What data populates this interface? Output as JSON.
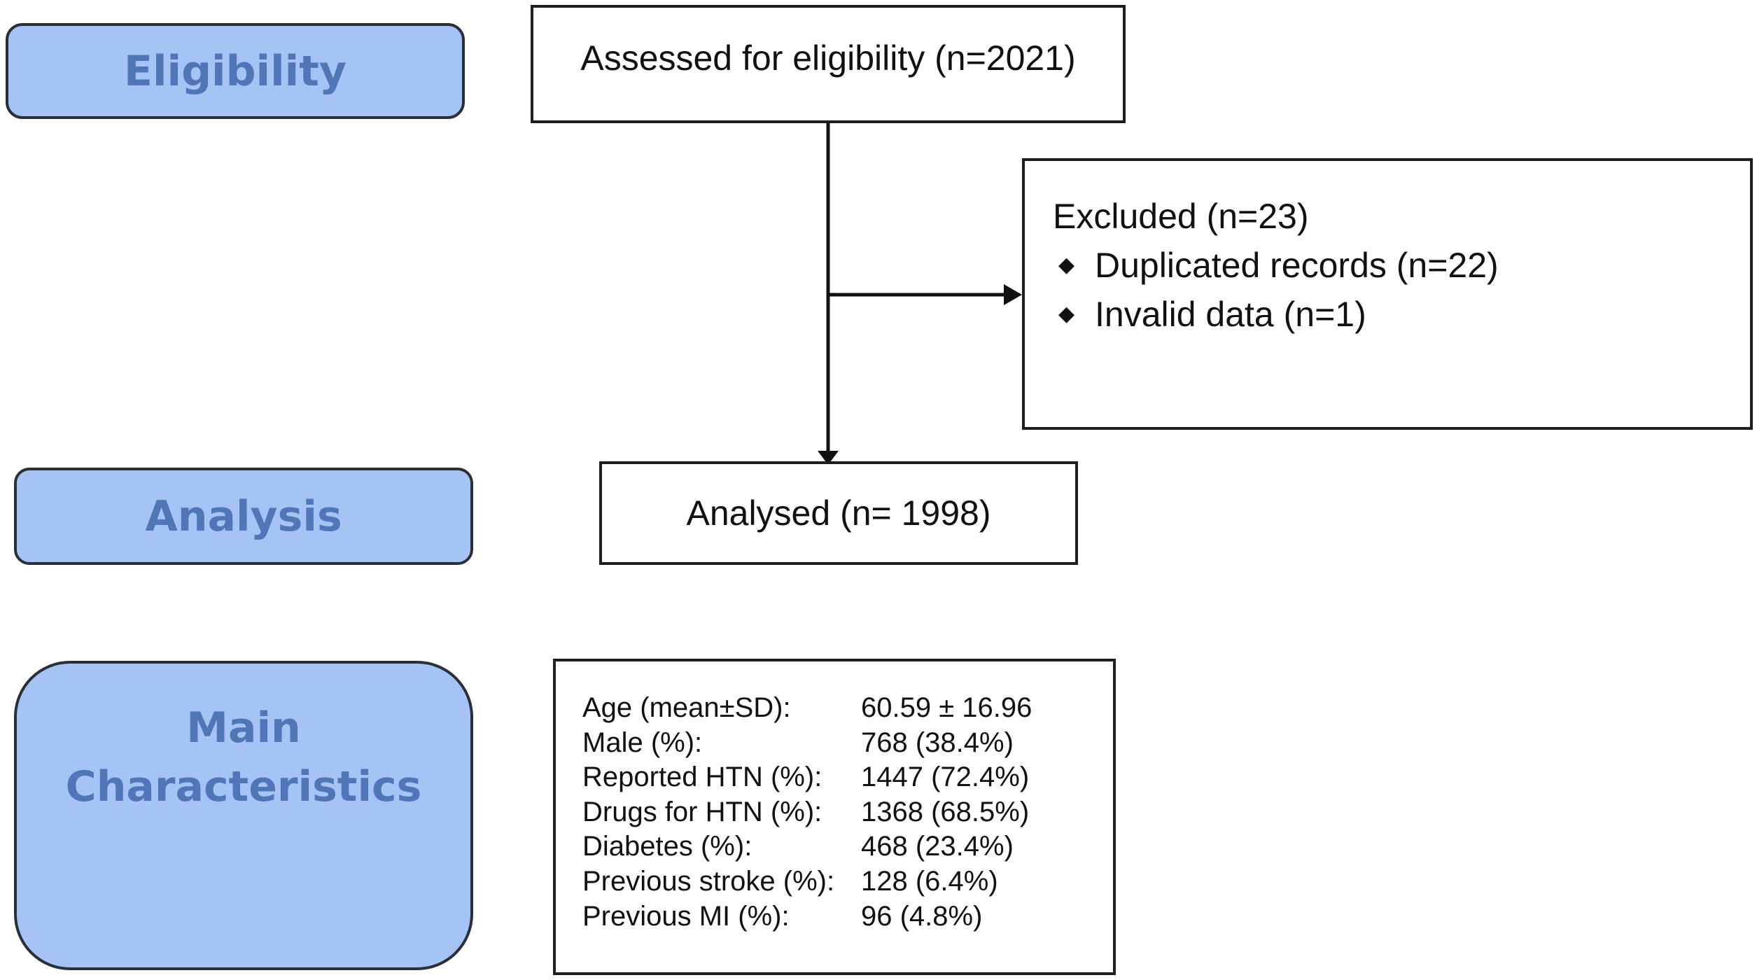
{
  "stages": {
    "eligibility": "Eligibility",
    "analysis": "Analysis",
    "characteristics_line1": "Main",
    "characteristics_line2": "Characteristics"
  },
  "assessed": "Assessed for eligibility (n=2021)",
  "excluded": {
    "title": "Excluded (n=23)",
    "items": [
      "Duplicated records (n=22)",
      "Invalid data (n=1)"
    ]
  },
  "analysed": "Analysed (n= 1998)",
  "characteristics": [
    {
      "label": "Age (mean±SD):",
      "value": "60.59 ± 16.96"
    },
    {
      "label": "Male (%):",
      "value": "768 (38.4%)"
    },
    {
      "label": "Reported HTN (%):",
      "value": "1447 (72.4%)"
    },
    {
      "label": "Drugs for HTN (%):",
      "value": "1368 (68.5%)"
    },
    {
      "label": "Diabetes (%):",
      "value": "468 (23.4%)"
    },
    {
      "label": "Previous stroke (%):",
      "value": "128 (6.4%)"
    },
    {
      "label": "Previous MI (%):",
      "value": "96 (4.8%)"
    }
  ],
  "colors": {
    "stage_fill": "#a6c3f6",
    "stage_text": "#5176b8",
    "box_border": "#1e1e1e"
  },
  "icons": {
    "bullet": "diamond-bullet-icon",
    "arrow": "arrow-icon"
  }
}
